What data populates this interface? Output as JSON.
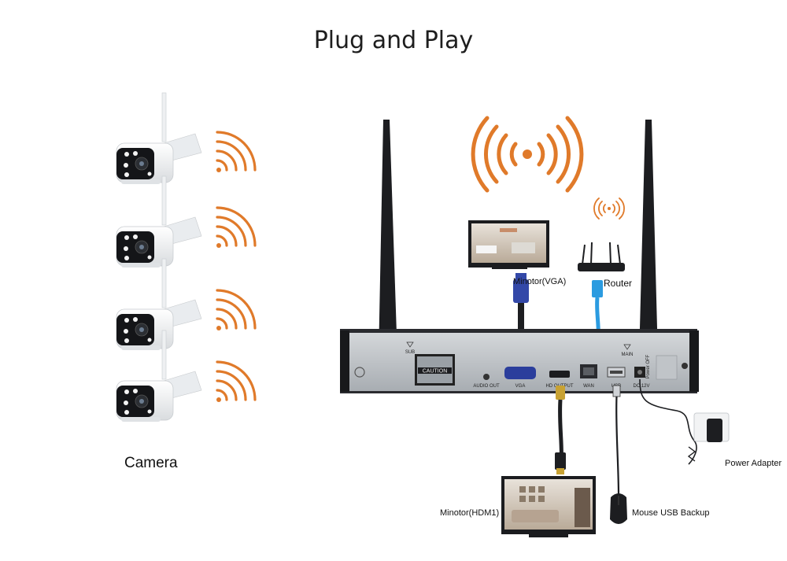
{
  "title": "Plug and Play",
  "labels": {
    "camera": "Camera",
    "monitor_vga": "Minotor(VGA)",
    "router": "Router",
    "monitor_hdmi": "Minotor(HDM1)",
    "mouse": "Mouse USB Backup",
    "power": "Power Adapter"
  },
  "nvr_ports": {
    "caution": "CAUTION",
    "audio_out": "AUDIO OUT",
    "vga": "VGA",
    "hd_output": "HD OUTPUT",
    "wan": "WAN",
    "usb": "USB",
    "dc12v": "DC 12V",
    "power_off": "Power OFF",
    "sub": "SUB",
    "main": "MAIN"
  },
  "colors": {
    "wave": "#e07a2a",
    "nvr_body": "#b9bdc2",
    "vga_blue": "#3348a8",
    "ethernet_blue": "#2b9be0"
  },
  "icons": [
    "wifi-wave-icon",
    "camera-icon",
    "antenna-icon",
    "monitor-icon",
    "router-icon",
    "mouse-icon",
    "power-adapter-icon"
  ]
}
